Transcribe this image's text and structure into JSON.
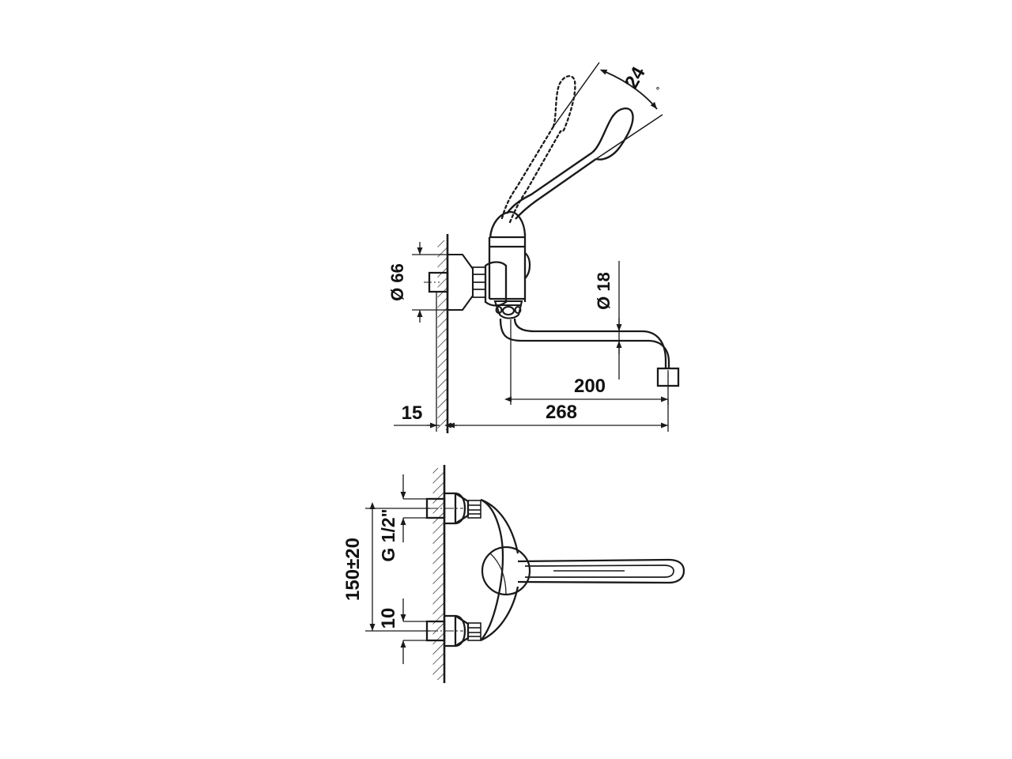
{
  "document": {
    "type": "technical-drawing",
    "subject": "wall-mounted single-lever mixer tap with long clinical lever and swivel spout",
    "units": "mm",
    "background_color": "#ffffff",
    "line_color": "#1a1a1a"
  },
  "views": [
    {
      "id": "side-elevation",
      "name": "Side elevation view",
      "description": "Tap seen from the side, mounted on a hatched wall, lever shown raised with dotted alternate position"
    },
    {
      "id": "front-elevation",
      "name": "Front elevation view",
      "description": "Tap seen from the front with upper and lower G 1/2\" wall connectors"
    }
  ],
  "dimensions": {
    "diameter_escutcheon": {
      "label": "Ø 66",
      "value": 66,
      "symbol": "Ø",
      "orientation": "vertical",
      "view": "side-elevation"
    },
    "diameter_spout": {
      "label": "Ø 18",
      "value": 18,
      "symbol": "Ø",
      "orientation": "vertical",
      "view": "side-elevation"
    },
    "lever_angle": {
      "label": "24",
      "value": 24,
      "unit_symbol": "°",
      "view": "side-elevation"
    },
    "spout_reach": {
      "label": "200",
      "value": 200,
      "orientation": "horizontal",
      "view": "side-elevation"
    },
    "total_projection": {
      "label": "268",
      "value": 268,
      "orientation": "horizontal",
      "view": "side-elevation"
    },
    "wall_offset": {
      "label": "15",
      "value": 15,
      "orientation": "horizontal",
      "view": "side-elevation"
    },
    "centre_distance": {
      "label": "150±20",
      "value": 150,
      "tolerance": 20,
      "orientation": "vertical",
      "view": "front-elevation"
    },
    "thread_size": {
      "label": "G 1/2\"",
      "value": "G 1/2\"",
      "orientation": "vertical",
      "view": "front-elevation"
    },
    "connector_length": {
      "label": "10",
      "value": 10,
      "orientation": "vertical",
      "view": "front-elevation"
    }
  }
}
